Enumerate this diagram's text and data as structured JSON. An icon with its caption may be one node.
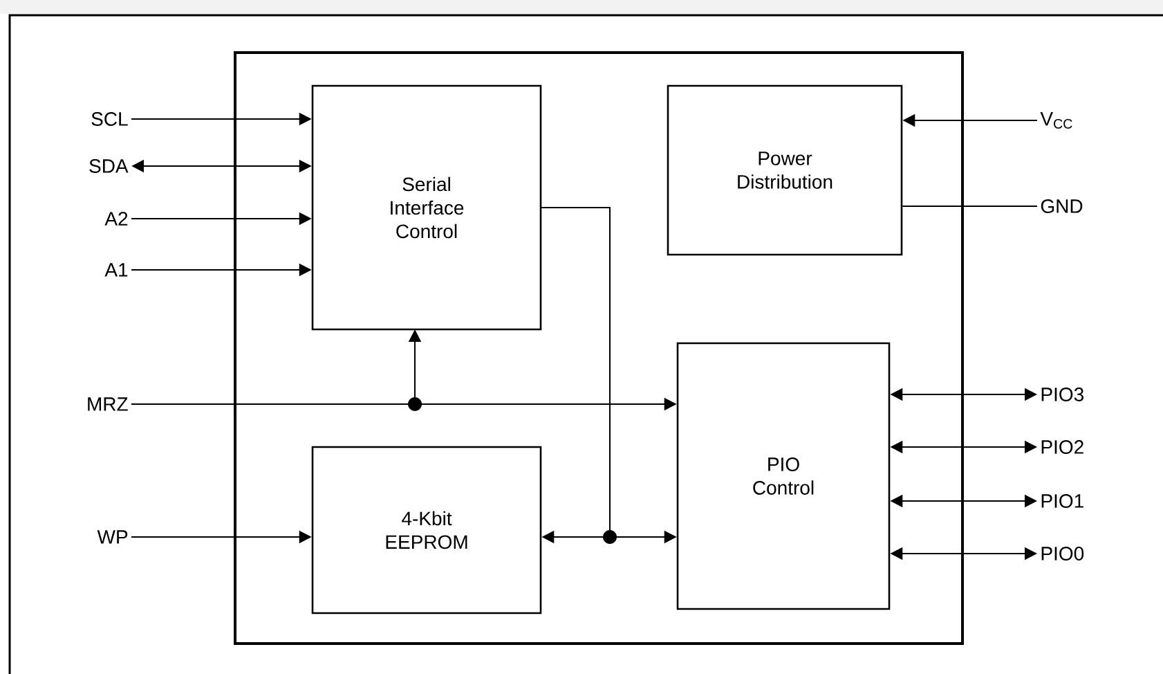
{
  "diagram": {
    "nodes": [
      {
        "text": [],
        "shape": "box"
      },
      {
        "text": [
          "Serial Interface Control"
        ],
        "in": 0
      },
      {
        "text": [
          "Power Distribution"
        ],
        "in": 0
      },
      {
        "text": [
          "PIO Control"
        ],
        "in": 0
      },
      {
        "text": [
          "4-Kbit EEPROM"
        ],
        "in": 0
      },
      {
        "text": [
          "SCL"
        ]
      },
      {
        "text": [
          "SDA"
        ]
      },
      {
        "text": [
          "A2"
        ]
      },
      {
        "text": [
          "A1"
        ]
      },
      {
        "text": [
          "MRZ"
        ]
      },
      {
        "text": [
          "WP"
        ]
      },
      {
        "text": [
          "V$_{CC}$"
        ]
      },
      {
        "text": [
          "GND"
        ]
      },
      {
        "text": [
          "PIO3"
        ]
      },
      {
        "text": [
          "PIO2"
        ]
      },
      {
        "text": [
          "PIO1"
        ]
      },
      {
        "text": [
          "PIO0"
        ]
      }
    ],
    "edges": [
      {
        "from": 5,
        "to": 1,
        "arrow": "to"
      },
      {
        "from": 6,
        "to": 1,
        "arrow": "both"
      },
      {
        "from": 7,
        "to": 1,
        "arrow": "to"
      },
      {
        "from": 8,
        "to": 1,
        "arrow": "to"
      },
      {
        "from": 9,
        "to": 1,
        "arrow": "to"
      },
      {
        "from": 9,
        "to": 3,
        "arrow": "to"
      },
      {
        "from": 10,
        "to": 4,
        "arrow": "to"
      },
      {
        "from": 1,
        "to": 4,
        "arrow": "to"
      },
      {
        "from": 1,
        "to": 3,
        "arrow": "to"
      },
      {
        "from": 11,
        "to": 2,
        "arrow": "to"
      },
      {
        "from": 2,
        "to": 12,
        "arrow": "none"
      },
      {
        "from": 3,
        "to": 13,
        "arrow": "both"
      },
      {
        "from": 3,
        "to": 14,
        "arrow": "both"
      },
      {
        "from": 3,
        "to": 15,
        "arrow": "both"
      },
      {
        "from": 3,
        "to": 16,
        "arrow": "both"
      }
    ]
  }
}
